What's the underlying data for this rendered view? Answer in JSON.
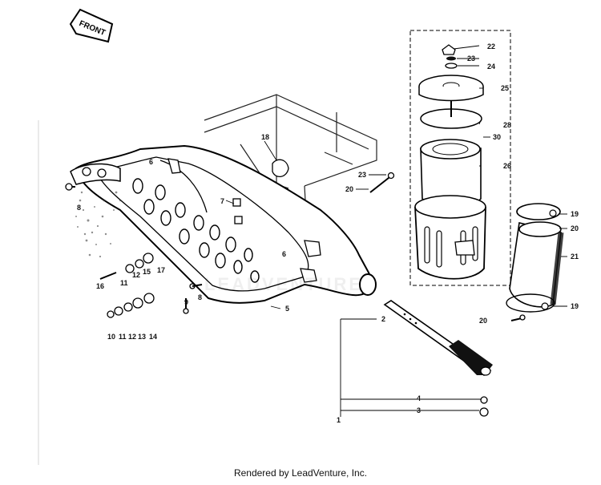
{
  "front_arrow_label": "FRONT",
  "callouts": {
    "n1": "1",
    "n2": "2",
    "n3": "3",
    "n4": "4",
    "n5": "5",
    "n6a": "6",
    "n6b": "6",
    "n7": "7",
    "n8a": "8",
    "n8b": "8",
    "n9": "9",
    "n10": "10",
    "n11": "11",
    "n11b": "11",
    "n12": "12",
    "n12b": "12",
    "n13": "13",
    "n14": "14",
    "n15": "15",
    "n16": "16",
    "n17": "17",
    "n18": "18",
    "n19a": "19",
    "n19b": "19",
    "n20a": "20",
    "n20b": "20",
    "n20c": "20",
    "n21": "21",
    "n22": "22",
    "n23a": "23",
    "n23b": "23",
    "n24": "24",
    "n25": "25",
    "n26": "26",
    "n28": "28",
    "n30": "30"
  },
  "watermark": "LEADVENTURE",
  "footer": "Rendered by LeadVenture, Inc."
}
